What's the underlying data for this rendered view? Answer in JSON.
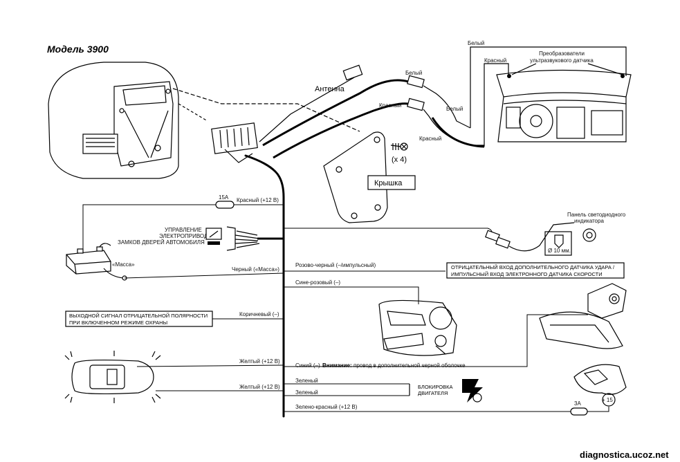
{
  "title": "Модель 3900",
  "antenna": "Антенна",
  "cover": "Крышка",
  "screws": "(x 4)",
  "top_wires": {
    "white_top": "Белый",
    "red_top": "Красный",
    "transducers": [
      "Преобразователи",
      "ультразвукового датчика"
    ],
    "white_a": "Белый",
    "red_a": "Красный",
    "white_b": "Белый",
    "red_b": "Красный"
  },
  "power": {
    "fuse": "15A",
    "wire": "Красный (+12 В)"
  },
  "locks": [
    "УПРАВЛЕНИЕ",
    "ЭЛЕКТРОПРИВОДАМИ",
    "ЗАМКОВ ДВЕРЕЙ АВТОМОБИЛЯ"
  ],
  "ground": {
    "tag": "«Масса»",
    "wire": "Черный («Масса»)"
  },
  "led": {
    "panel": [
      "Панель светодиодного",
      "индикатора"
    ],
    "hole": "Ø 10 мм."
  },
  "pink_black": "Розово-черный (–/импульсный)",
  "shock_box": [
    "ОТРИЦАТЕЛЬНЫЙ ВХОД ДОПОЛНИТЕЛЬНОГО ДАТЧИКА УДАРА /",
    "ИМПУЛЬСНЫЙ ВХОД ЭЛЕКТРОННОГО ДАТЧИКА СКОРОСТИ"
  ],
  "blue_pink": "Сине-розовый (–)",
  "output_box": [
    "ВЫХОДНОЙ СИГНАЛ ОТРИЦАТЕЛЬНОЙ ПОЛЯРНОСТИ",
    "ПРИ ВКЛЮЧЕННОМ РЕЖИМЕ ОХРАНЫ"
  ],
  "brown": "Коричневый (–)",
  "blue": {
    "wire": "Синий (–)",
    "attention": "Внимание:",
    "note": "провод в дополнительной черной оболочке"
  },
  "yellow1": "Желтый (+12 В)",
  "yellow2": "Желтый (+12 В)",
  "green1": "Зеленый",
  "green2": "Зеленый",
  "immobilizer": [
    "БЛОКИРОВКА",
    "ДВИГАТЕЛЯ"
  ],
  "green_red": "Зелено-красный (+12 В)",
  "ign": {
    "fuse": "3A",
    "plus": "+ 15"
  },
  "watermark": "diagnostica.ucoz.net"
}
